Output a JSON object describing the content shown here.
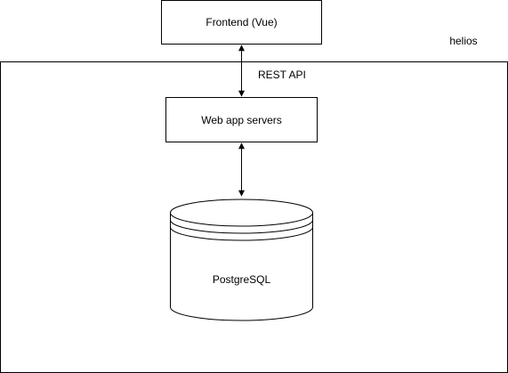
{
  "diagram": {
    "container_label": "helios",
    "nodes": {
      "frontend": "Frontend (Vue)",
      "web_servers": "Web app servers",
      "database": "PostgreSQL"
    },
    "edges": {
      "frontend_to_web": "REST API"
    }
  },
  "colors": {
    "stroke": "#000000",
    "fill": "#ffffff",
    "text": "#000000"
  }
}
